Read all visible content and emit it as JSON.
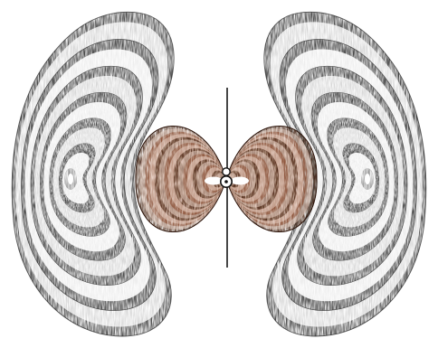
{
  "illustration": {
    "subject": "field-lines",
    "colors": {
      "background": "#ffffff",
      "outer_ink": "#2a2a2a",
      "outer_light": "#ffffff",
      "inner_ink": "#3a1608",
      "inner_mid": "#8a4a2e",
      "inner_light": "#e9d2c4",
      "axis": "#1a1a1a",
      "source_fill": "#ffffff",
      "source_stroke": "#111111"
    },
    "outer_lobe_rings": 6,
    "inner_lobe_rings": 9
  }
}
